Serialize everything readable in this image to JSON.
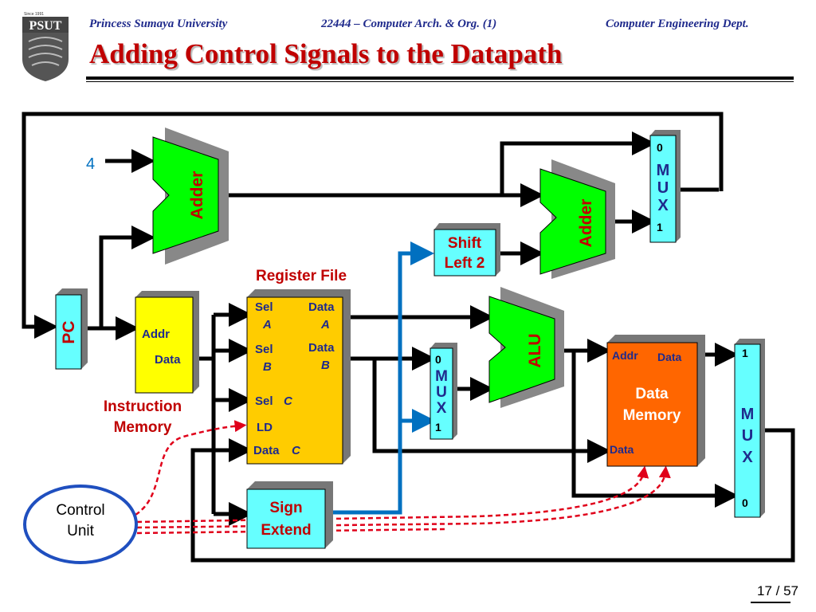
{
  "header": {
    "university": "Princess Sumaya University",
    "course": "22444 – Computer Arch. & Org. (1)",
    "department": "Computer Engineering Dept."
  },
  "logo": {
    "since": "Since 1991",
    "abbr": "PSUT"
  },
  "title": "Adding Control Signals to the Datapath",
  "page": "17 / 57",
  "diagram": {
    "constant_four": "4",
    "adder_top": "Adder",
    "adder_right": "Adder",
    "alu": "ALU",
    "pc": "PC",
    "instruction_memory": {
      "addr": "Addr",
      "data": "Data",
      "label_line1": "Instruction",
      "label_line2": "Memory"
    },
    "register_file": {
      "title": "Register File",
      "sel_a": "Sel",
      "sel_a_letter": "A",
      "sel_b": "Sel",
      "sel_b_letter": "B",
      "sel_c": "Sel",
      "sel_c_letter": "C",
      "ld": "LD",
      "data_c": "Data",
      "data_c_letter": "C",
      "data_a": "Data",
      "data_a_letter": "A",
      "data_b": "Data",
      "data_b_letter": "B"
    },
    "shift_left": {
      "line1": "Shift",
      "line2": "Left 2"
    },
    "sign_extend": {
      "line1": "Sign",
      "line2": "Extend"
    },
    "mux_top": {
      "top": "0",
      "m": "M",
      "u": "U",
      "x": "X",
      "bottom": "1"
    },
    "mux_mid": {
      "top": "0",
      "m": "M",
      "u": "U",
      "x": "X",
      "bottom": "1"
    },
    "mux_right": {
      "top": "1",
      "m": "M",
      "u": "U",
      "x": "X",
      "bottom": "0"
    },
    "data_memory": {
      "addr": "Addr",
      "data_out": "Data",
      "label_line1": "Data",
      "label_line2": "Memory",
      "data_in": "Data"
    },
    "control_unit": {
      "line1": "Control",
      "line2": "Unit"
    },
    "colors": {
      "green": "#00ff00",
      "cyan": "#66ffff",
      "yellow": "#ffff00",
      "orange": "#ffcc00",
      "dm_orange": "#ff6600",
      "red": "#e0001a",
      "blue": "#0070c0",
      "navy": "#1f2a8c",
      "dark_red": "#c00000"
    }
  }
}
